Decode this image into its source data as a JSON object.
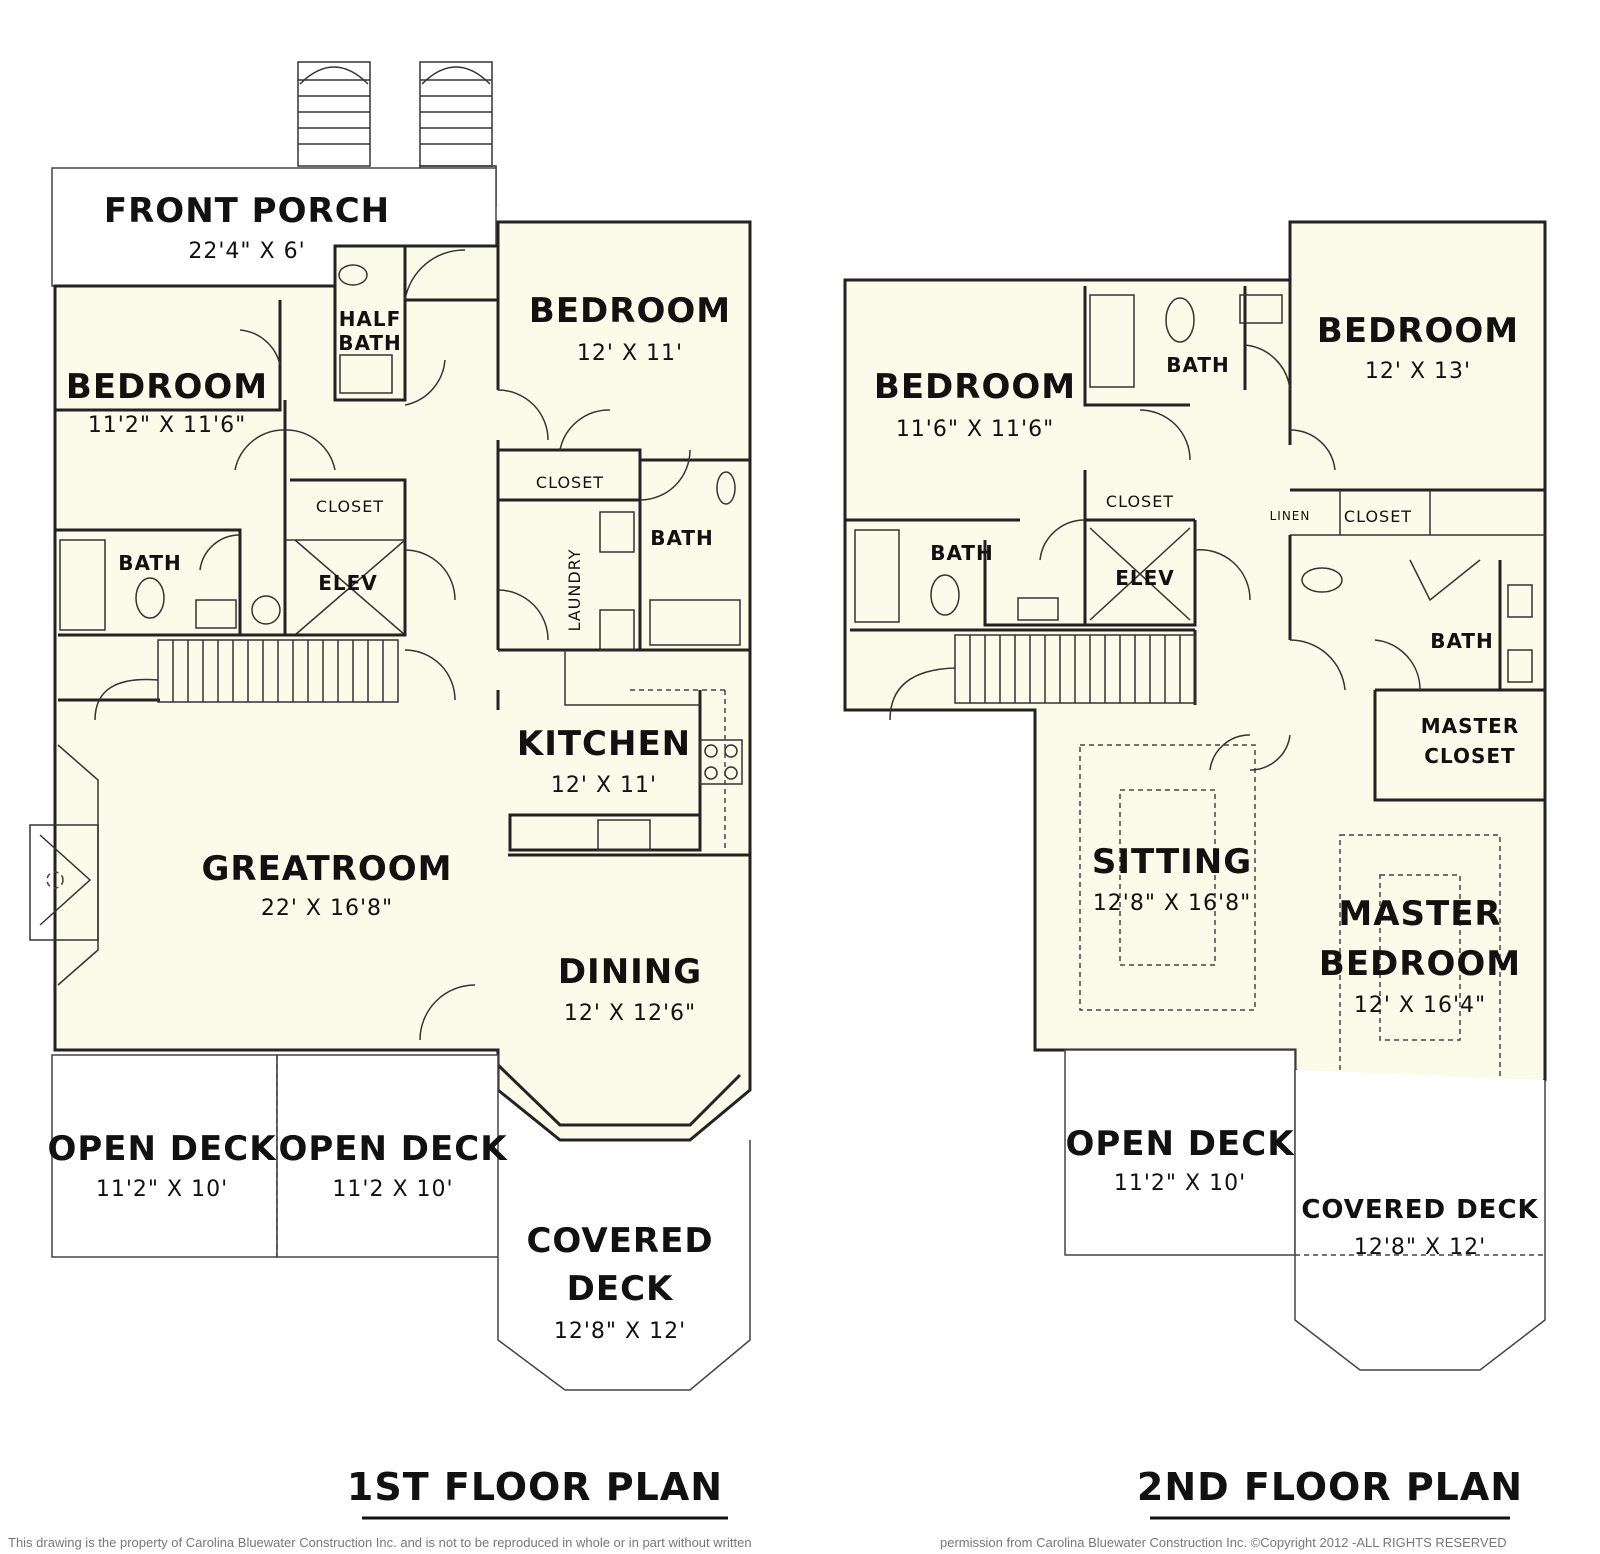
{
  "first_floor": {
    "title": "1ST FLOOR PLAN",
    "rooms": {
      "front_porch": {
        "name": "FRONT PORCH",
        "dim": "22'4\" X 6'"
      },
      "half_bath": {
        "name1": "HALF",
        "name2": "BATH"
      },
      "bedroom_left": {
        "name": "BEDROOM",
        "dim": "11'2\" X 11'6\""
      },
      "bedroom_right": {
        "name": "BEDROOM",
        "dim": "12' X 11'"
      },
      "closet_top": {
        "name": "CLOSET"
      },
      "closet_mid": {
        "name": "CLOSET"
      },
      "bath_left": {
        "name": "BATH"
      },
      "elev": {
        "name": "ELEV"
      },
      "laundry": {
        "name": "LAUNDRY"
      },
      "bath_right": {
        "name": "BATH"
      },
      "kitchen": {
        "name": "KITCHEN",
        "dim": "12' X 11'"
      },
      "greatroom": {
        "name": "GREATROOM",
        "dim": "22' X 16'8\""
      },
      "dining": {
        "name": "DINING",
        "dim": "12' X 12'6\""
      },
      "open_deck_1": {
        "name": "OPEN DECK",
        "dim": "11'2\" X 10'"
      },
      "open_deck_2": {
        "name": "OPEN DECK",
        "dim": "11'2 X 10'"
      },
      "covered_deck": {
        "name1": "COVERED",
        "name2": "DECK",
        "dim": "12'8\" X 12'"
      }
    }
  },
  "second_floor": {
    "title": "2ND FLOOR PLAN",
    "rooms": {
      "bedroom_left": {
        "name": "BEDROOM",
        "dim": "11'6\" X 11'6\""
      },
      "bath_top": {
        "name": "BATH"
      },
      "bedroom_right": {
        "name": "BEDROOM",
        "dim": "12' X 13'"
      },
      "closet_mid": {
        "name": "CLOSET"
      },
      "linen": {
        "name": "LINEN"
      },
      "closet_right": {
        "name": "CLOSET"
      },
      "bath_left": {
        "name": "BATH"
      },
      "elev": {
        "name": "ELEV"
      },
      "bath_master": {
        "name": "BATH"
      },
      "master_closet": {
        "name1": "MASTER",
        "name2": "CLOSET"
      },
      "sitting": {
        "name": "SITTING",
        "dim": "12'8\" X 16'8\""
      },
      "master_bedroom": {
        "name1": "MASTER",
        "name2": "BEDROOM",
        "dim": "12' X 16'4\""
      },
      "open_deck": {
        "name": "OPEN DECK",
        "dim": "11'2\" X 10'"
      },
      "covered_deck": {
        "name": "COVERED DECK",
        "dim": "12'8\" X 12'"
      }
    }
  },
  "copyright": {
    "left": "This drawing is the property of Carolina Bluewater Construction Inc. and is not to be reproduced in whole or in part without written",
    "right": "permission from Carolina Bluewater Construction Inc. ©Copyright 2012 -ALL RIGHTS RESERVED"
  },
  "colors": {
    "floor_fill": "#fbfbe9",
    "wall": "#222222",
    "deck": "#ffffff"
  }
}
